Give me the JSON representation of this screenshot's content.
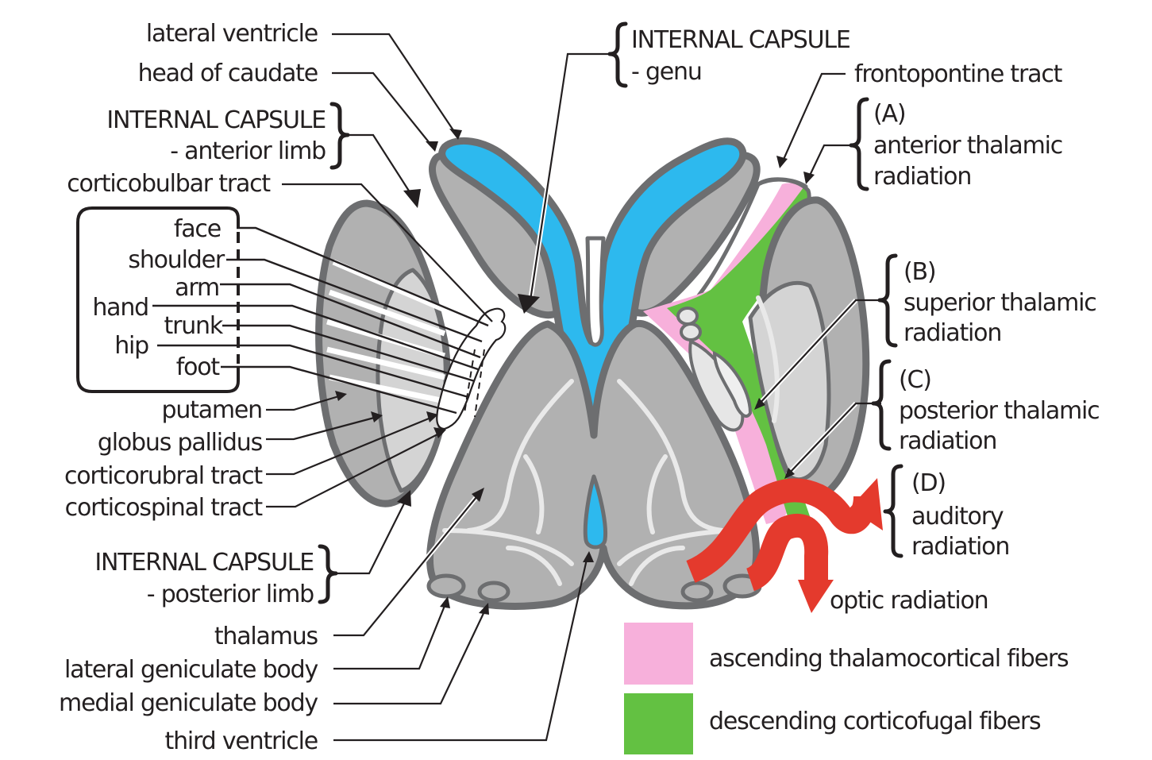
{
  "figure": {
    "subject": "Horizontal section of the internal capsule with basal ganglia and thalamus",
    "colors": {
      "ventricle": "#2db9ee",
      "gray_matter": "#b1b1b1",
      "light_gray": "#d4d4d4",
      "outline": "#6d6e70",
      "ascending_fibers": "#f7b0db",
      "descending_fibers": "#63c142",
      "radiation_arrows": "#e43a2d",
      "text": "#231f20"
    }
  },
  "labels_left": {
    "lateral_ventricle": "lateral ventricle",
    "head_of_caudate": "head of caudate",
    "ic_anterior_limb_title": "INTERNAL CAPSULE",
    "ic_anterior_limb_sub": "- anterior limb",
    "corticobulbar_tract": "corticobulbar tract",
    "somatotopy": {
      "face": "face",
      "shoulder": "shoulder",
      "arm": "arm",
      "hand": "hand",
      "trunk": "trunk",
      "hip": "hip",
      "foot": "foot"
    },
    "putamen": "putamen",
    "globus_pallidus": "globus pallidus",
    "corticorubral_tract": "corticorubral tract",
    "corticospinal_tract": "corticospinal tract",
    "ic_posterior_limb_title": "INTERNAL CAPSULE",
    "ic_posterior_limb_sub": "- posterior limb",
    "thalamus": "thalamus",
    "lateral_geniculate_body": "lateral geniculate body",
    "medial_geniculate_body": "medial geniculate body",
    "third_ventricle": "third ventricle"
  },
  "labels_right": {
    "ic_genu_title": "INTERNAL CAPSULE",
    "ic_genu_sub": "- genu",
    "frontopontine_tract": "frontopontine tract",
    "a_letter": "(A)",
    "a_line1": "anterior thalamic",
    "a_line2": "radiation",
    "b_letter": "(B)",
    "b_line1": "superior thalamic",
    "b_line2": "radiation",
    "c_letter": "(C)",
    "c_line1": "posterior thalamic",
    "c_line2": "radiation",
    "d_letter": "(D)",
    "d_line1": "auditory",
    "d_line2": "radiation",
    "optic_radiation": "optic radiation"
  },
  "legend": [
    {
      "label": "ascending thalamocortical fibers",
      "color": "#f7b0db"
    },
    {
      "label": "descending corticofugal fibers",
      "color": "#63c142"
    }
  ]
}
